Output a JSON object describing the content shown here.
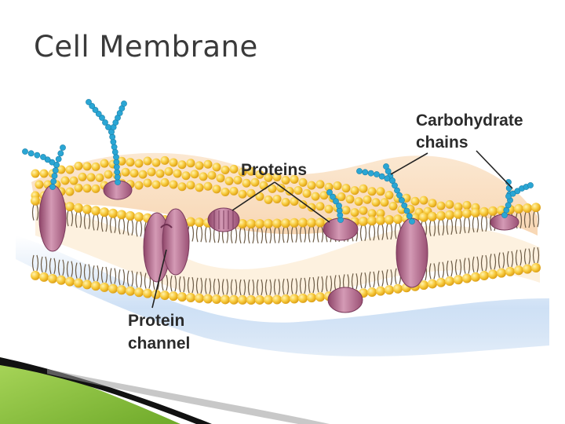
{
  "title": "Cell Membrane",
  "labels": {
    "carbohydrate_line1": "Carbohydrate",
    "carbohydrate_line2": "chains",
    "proteins": "Proteins",
    "protein_channel_line1": "Protein",
    "protein_channel_line2": "channel"
  },
  "colors": {
    "phospholipid_head": "#f5c430",
    "protein": "#b56a8c",
    "carbohydrate": "#2aa6d4",
    "membrane_top": "#fbe2c4",
    "accent_green": "#8cc63e"
  }
}
